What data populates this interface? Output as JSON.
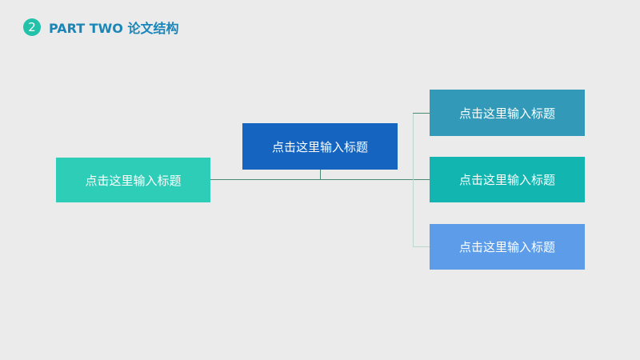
{
  "header": {
    "number": "2",
    "title": "PART TWO 论文结构"
  },
  "diagram": {
    "left": {
      "label": "点击这里输入标题",
      "color": "#2ecdb8"
    },
    "center": {
      "label": "点击这里输入标题",
      "color": "#1565c0"
    },
    "right": [
      {
        "label": "点击这里输入标题",
        "color": "#3399b8"
      },
      {
        "label": "点击这里输入标题",
        "color": "#12b5b0"
      },
      {
        "label": "点击这里输入标题",
        "color": "#5d9ce8"
      }
    ]
  }
}
